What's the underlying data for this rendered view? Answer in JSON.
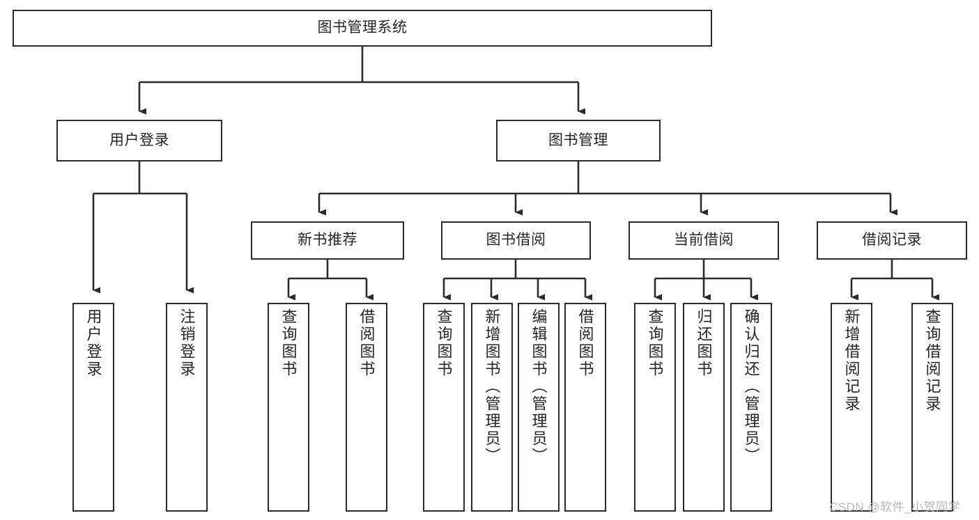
{
  "diagram": {
    "title": "图书管理系统",
    "type": "hierarchy-tree",
    "stroke_color": "#2b2b2b",
    "text_color": "#262626",
    "background_color": "#ffffff"
  },
  "nodes": {
    "root": {
      "label": "图书管理系统"
    },
    "level1": [
      {
        "label": "用户登录"
      },
      {
        "label": "图书管理"
      }
    ],
    "level2": [
      {
        "label": "新书推荐"
      },
      {
        "label": "图书借阅"
      },
      {
        "label": "当前借阅"
      },
      {
        "label": "借阅记录"
      }
    ],
    "leaves": {
      "user_login": [
        {
          "label": "用户登录"
        },
        {
          "label": "注销登录"
        }
      ],
      "new_book_recommend": [
        {
          "label": "查询图书"
        },
        {
          "label": "借阅图书"
        }
      ],
      "book_borrow": [
        {
          "label": "查询图书"
        },
        {
          "label": "新增图书（管理员）"
        },
        {
          "label": "编辑图书（管理员）"
        },
        {
          "label": "借阅图书"
        }
      ],
      "current_borrow": [
        {
          "label": "查询图书"
        },
        {
          "label": "归还图书"
        },
        {
          "label": "确认归还（管理员）"
        }
      ],
      "borrow_record": [
        {
          "label": "新增借阅记录"
        },
        {
          "label": "查询借阅记录"
        }
      ]
    }
  },
  "watermark": {
    "text": "CSDN @软件_小贺同学"
  }
}
